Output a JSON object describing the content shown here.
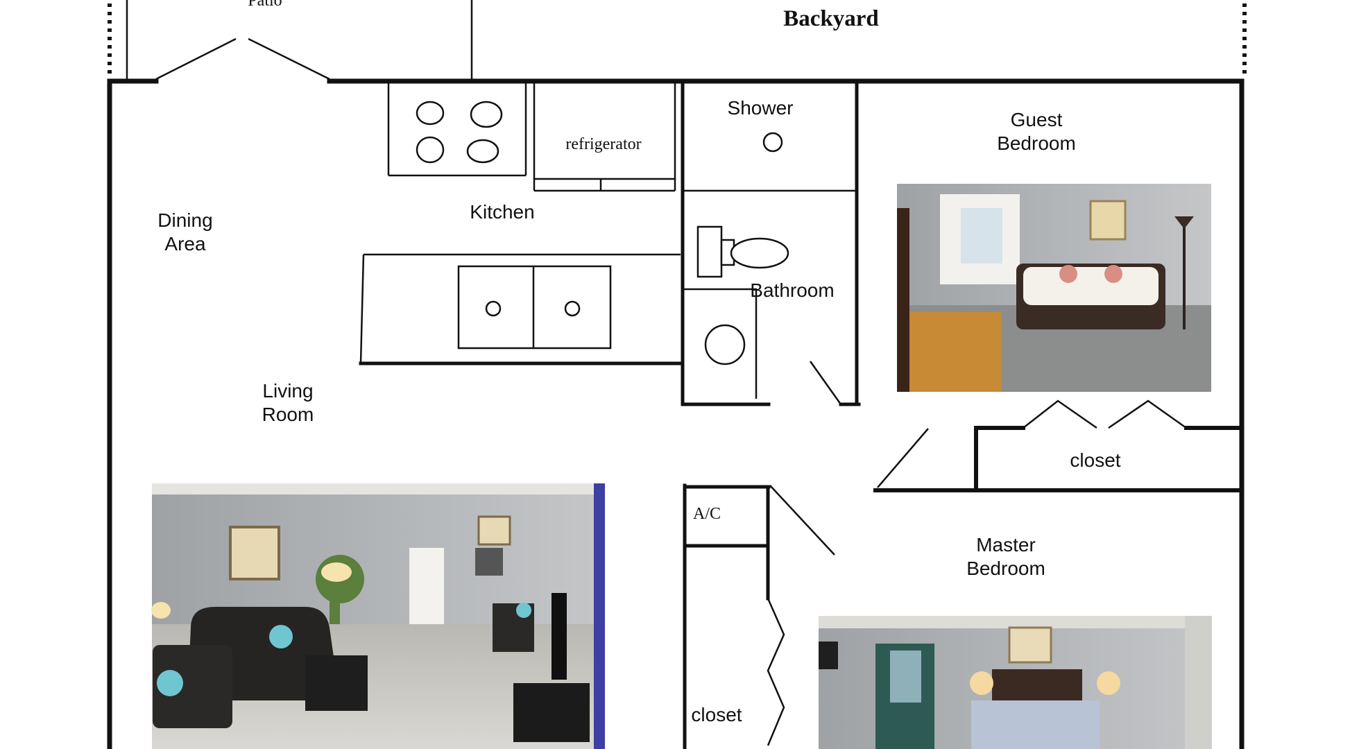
{
  "labels": {
    "patio": "Patio",
    "backyard": "Backyard",
    "shower": "Shower",
    "guest_bedroom": [
      "Guest",
      "Bedroom"
    ],
    "refrigerator": "refrigerator",
    "kitchen": "Kitchen",
    "dining_area": [
      "Dining",
      "Area"
    ],
    "bathroom": "Bathroom",
    "living_room": [
      "Living",
      "Room"
    ],
    "closet_guest": "closet",
    "ac": "A/C",
    "master_bedroom": [
      "Master",
      "Bedroom"
    ],
    "closet_master": "closet"
  }
}
